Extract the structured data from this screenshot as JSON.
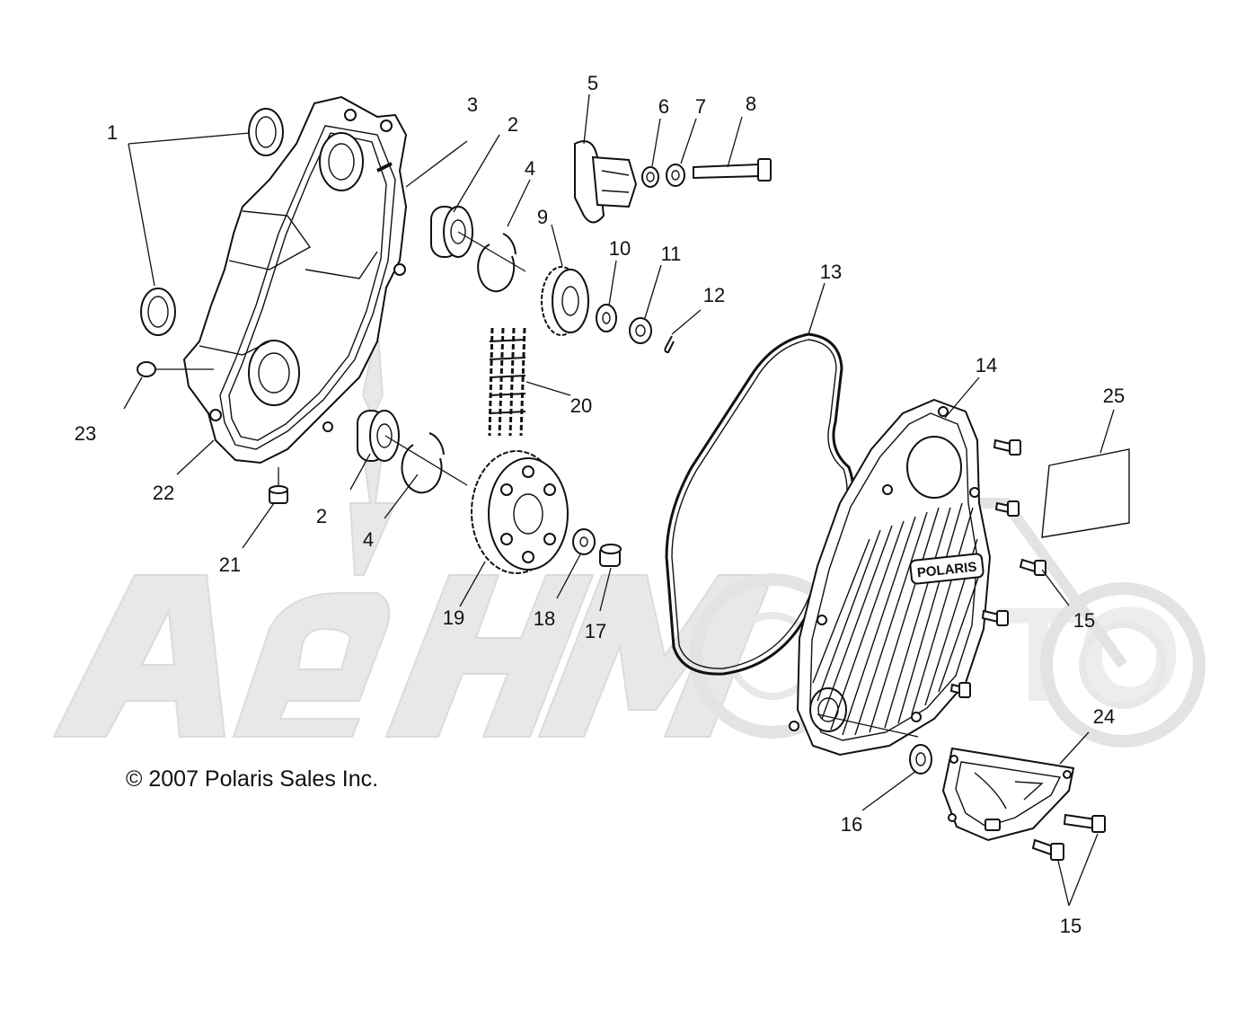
{
  "copyright": "© 2007 Polaris Sales Inc.",
  "cover_logo": "POLARIS",
  "watermark_text": "AeHMOTO",
  "callouts": [
    "1",
    "2",
    "3",
    "4",
    "5",
    "6",
    "7",
    "8",
    "9",
    "10",
    "11",
    "12",
    "13",
    "14",
    "15",
    "16",
    "17",
    "18",
    "19",
    "20",
    "21",
    "22",
    "23",
    "24",
    "25",
    "2",
    "4",
    "15"
  ]
}
